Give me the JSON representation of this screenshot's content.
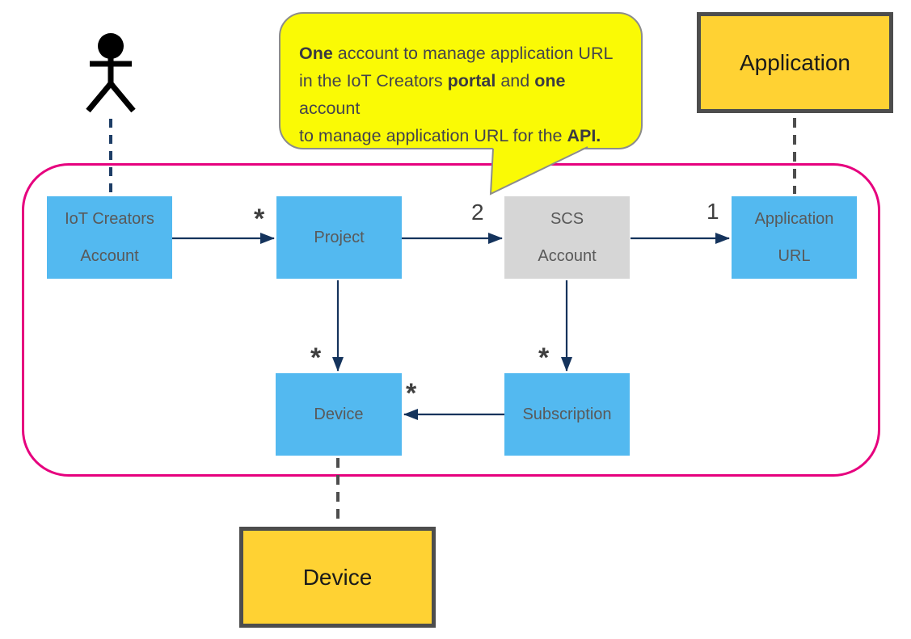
{
  "diagram": {
    "colors": {
      "box_blue": "#53B9F0",
      "box_gray": "#D6D6D6",
      "box_yellow": "#FFD233",
      "box_yellow_border": "#4D4D4D",
      "bubble_yellow": "#FAFA05",
      "bubble_border": "#8C8C8C",
      "boundary_pink": "#E6007E",
      "arrow_navy": "#14335C",
      "dashed_gray": "#4D4D4D",
      "box_text": "#595959",
      "label_text": "#3F3F3F"
    },
    "callout": {
      "lines": [
        [
          {
            "text": "One",
            "bold": true
          },
          {
            "text": " account to manage application URL",
            "bold": false
          }
        ],
        [
          {
            "text": "in the IoT Creators ",
            "bold": false
          },
          {
            "text": "portal",
            "bold": true
          },
          {
            "text": " and ",
            "bold": false
          },
          {
            "text": "one",
            "bold": true
          },
          {
            "text": " account",
            "bold": false
          }
        ],
        [
          {
            "text": "to manage application URL for the ",
            "bold": false
          },
          {
            "text": "API.",
            "bold": true
          }
        ]
      ]
    },
    "external_boxes": [
      {
        "id": "application",
        "label": "Application"
      },
      {
        "id": "device-external",
        "label": "Device"
      }
    ],
    "entities": [
      {
        "id": "iot-creators-account",
        "variant": "blue",
        "label_lines": [
          "IoT Creators",
          "Account"
        ]
      },
      {
        "id": "project",
        "variant": "blue",
        "label_lines": [
          "Project"
        ]
      },
      {
        "id": "scs-account",
        "variant": "gray",
        "label_lines": [
          "SCS",
          "Account"
        ]
      },
      {
        "id": "application-url",
        "variant": "blue",
        "label_lines": [
          "Application",
          "URL"
        ]
      },
      {
        "id": "device",
        "variant": "blue",
        "label_lines": [
          "Device"
        ]
      },
      {
        "id": "subscription",
        "variant": "blue",
        "label_lines": [
          "Subscription"
        ]
      }
    ],
    "relations": [
      {
        "from": "iot-creators-account",
        "to": "project",
        "multiplicity": "*"
      },
      {
        "from": "project",
        "to": "scs-account",
        "multiplicity": "2"
      },
      {
        "from": "scs-account",
        "to": "application-url",
        "multiplicity": "1"
      },
      {
        "from": "project",
        "to": "device",
        "multiplicity": "*"
      },
      {
        "from": "scs-account",
        "to": "subscription",
        "multiplicity": "*"
      },
      {
        "from": "subscription",
        "to": "device",
        "multiplicity": "*"
      }
    ],
    "dashed_links": [
      {
        "from": "user-actor",
        "to": "iot-creators-account"
      },
      {
        "from": "application",
        "to": "application-url"
      },
      {
        "from": "device",
        "to": "device-external"
      }
    ]
  }
}
